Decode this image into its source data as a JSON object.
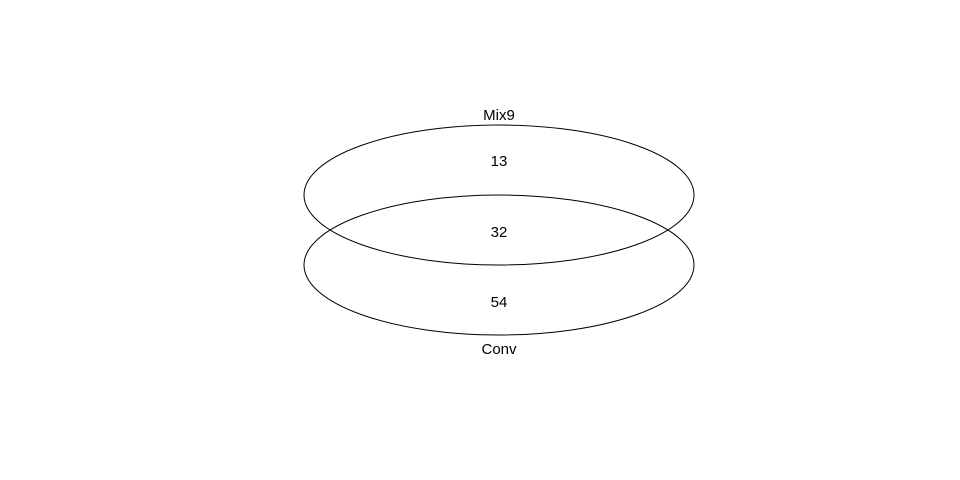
{
  "diagram": {
    "type": "venn",
    "sets": [
      {
        "label": "Mix9"
      },
      {
        "label": "Conv"
      }
    ],
    "regions": {
      "mix9_only": "13",
      "intersection": "32",
      "conv_only": "54"
    },
    "colors": {
      "outline": "#000000",
      "text": "#000000",
      "background": "#ffffff"
    }
  }
}
